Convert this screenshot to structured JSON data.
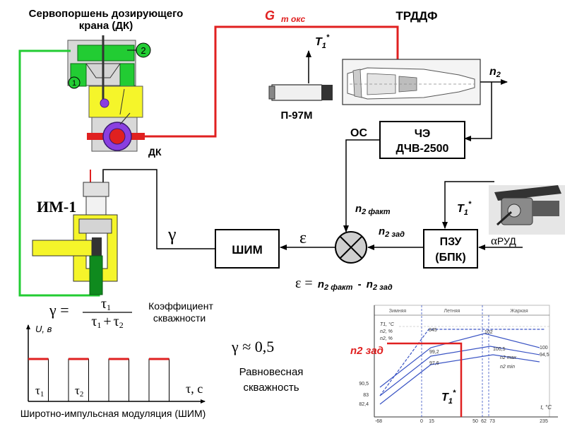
{
  "header": {
    "servo_title_line1": "Сервопоршень дозирующего",
    "servo_title_line2": "крана (ДК)",
    "engine_title": "ТРДДФ",
    "fuel_flow_label": "G",
    "fuel_flow_sub": "т окс"
  },
  "components": {
    "servo_marker_1": "1",
    "servo_marker_2": "2",
    "dk_label": "ДК",
    "im1_label": "ИМ-1",
    "p97m_label": "П-97М",
    "t1_label": "T",
    "t1_sub": "1",
    "t1_sup": "*",
    "n2_label": "n",
    "n2_sub": "2",
    "os_label": "ОС",
    "che_line1": "ЧЭ",
    "che_line2": "ДЧВ-2500",
    "shim_label": "ШИМ",
    "pzu_line1": "ПЗУ",
    "pzu_line2": "(БПК)",
    "gamma_symbol": "γ",
    "epsilon_symbol": "ε",
    "n2_fact_label": "n",
    "n2_fact_sub": "2 факт",
    "n2_zad_label": "n",
    "n2_zad_sub": "2 зад",
    "alpha_rud_symbol": "α",
    "alpha_rud_text": "РУД"
  },
  "equations": {
    "eps_lhs": "ε =",
    "eps_n": "n",
    "eps_fact": "2 факт",
    "eps_minus": "-",
    "eps_zad": "2 зад",
    "gamma_lhs": "γ =",
    "gamma_num": "τ",
    "gamma_num_sub": "1",
    "gamma_den": "τ",
    "gamma_den_sub1": "1",
    "gamma_den_plus": "+",
    "gamma_den_sub2": "2",
    "coef_line1": "Коэффициент",
    "coef_line2": "скважности",
    "gamma_approx": "γ ≈ 0,5",
    "eq_line1": "Равновесная",
    "eq_line2": "скважность"
  },
  "pwm_chart": {
    "y_axis_label": "U, в",
    "x_axis_label": "τ, с",
    "tau1": "τ",
    "tau1_sub": "1",
    "tau2": "τ",
    "tau2_sub": "2",
    "caption": "Широтно-импульсная модуляция (ШИМ)",
    "pulse_color": "#e02020"
  },
  "chart_data": [
    {
      "type": "line",
      "title": "",
      "xlabel": "Широтно-импульсная модуляция (ШИМ)",
      "ylabel": "U, в",
      "series": [
        {
          "values": [
            1,
            0,
            1,
            0,
            1,
            0,
            1,
            0
          ]
        }
      ],
      "annotations": [
        "τ1",
        "τ2",
        "τ, с"
      ]
    },
    {
      "type": "line",
      "title": "",
      "xlabel": "t, °C",
      "ylabel": "n2, %",
      "x_ticks": [
        "-68",
        "0",
        "15",
        "50",
        "62",
        "73",
        "235"
      ],
      "y_ticks": [
        "90,5",
        "83",
        "82,4"
      ],
      "region_labels": [
        "Зимняя",
        "Летняя",
        "Жаркая"
      ],
      "point_labels": [
        "845",
        "99,2",
        "97,6",
        "102",
        "100,5",
        "100",
        "94,5"
      ],
      "curve_labels": [
        "n2 зад",
        "T1*"
      ]
    }
  ],
  "control_chart": {
    "n2_zad_label": "n2 зад",
    "t1_label": "T",
    "t1_sub": "1",
    "t1_sup": "*",
    "x_axis_unit": "t, °C",
    "x_ticks": [
      "-68",
      "0",
      "15",
      "50",
      "62",
      "73",
      "235"
    ],
    "y_ticks": [
      "90,5",
      "83",
      "82,4"
    ],
    "top_labels": [
      "Зимняя",
      "Летняя",
      "Жаркая"
    ],
    "y_axis_labels": [
      "T1, °C",
      "n2, %",
      "n2, %"
    ],
    "point_labels": [
      "845",
      "99,2",
      "97,6",
      "102",
      "100,5",
      "100",
      "94,5"
    ],
    "curve_annotations": [
      "n2 max",
      "n2 min"
    ],
    "highlight_color": "#e02020"
  },
  "colors": {
    "red": "#e02020",
    "green": "#22cc33",
    "dark_green": "#0f8a1e",
    "yellow": "#f5f52a",
    "violet": "#8a3fe0",
    "blue_curve": "#3a54c4",
    "grey_box": "#e8e8e8"
  }
}
